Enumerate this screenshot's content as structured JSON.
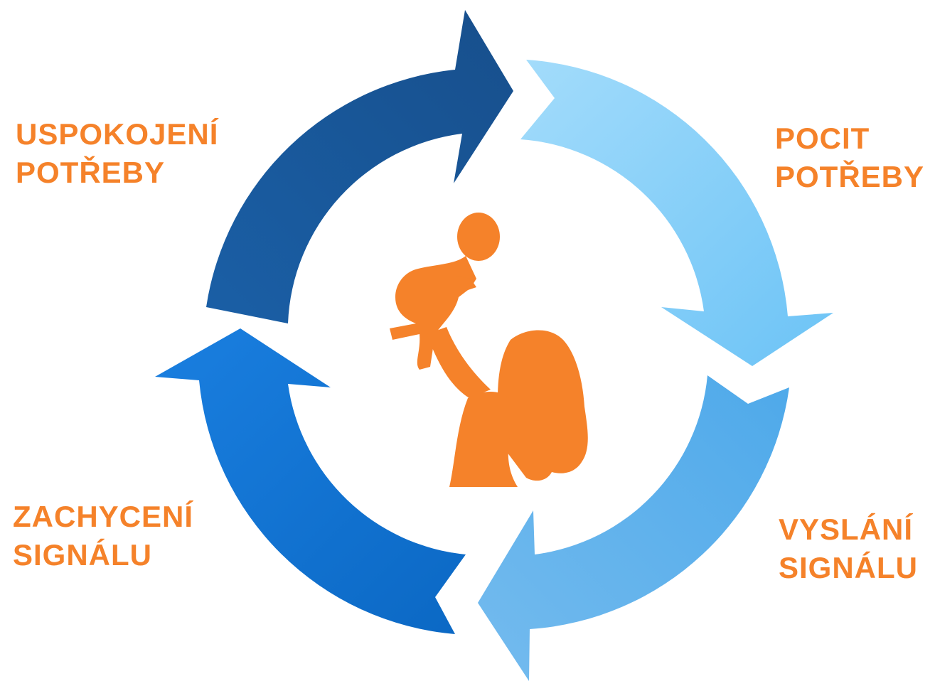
{
  "colors": {
    "label": "#f5822a",
    "silhouette": "#f5822a",
    "arrow_top_left": "#1a5da0",
    "arrow_top_right": "#7fcdf8",
    "arrow_bottom_right": "#5aaae8",
    "arrow_bottom_left": "#0d7de0"
  },
  "labels": {
    "top_left": {
      "line1": "USPOKOJENÍ",
      "line2": "POTŘEBY"
    },
    "top_right": {
      "line1": "POCIT",
      "line2": "POTŘEBY"
    },
    "bottom_right": {
      "line1": "VYSLÁNÍ",
      "line2": "SIGNÁLU"
    },
    "bottom_left": {
      "line1": "ZACHYCENÍ",
      "line2": "SIGNÁLU"
    }
  },
  "center_image": "mother-lifting-baby-silhouette"
}
